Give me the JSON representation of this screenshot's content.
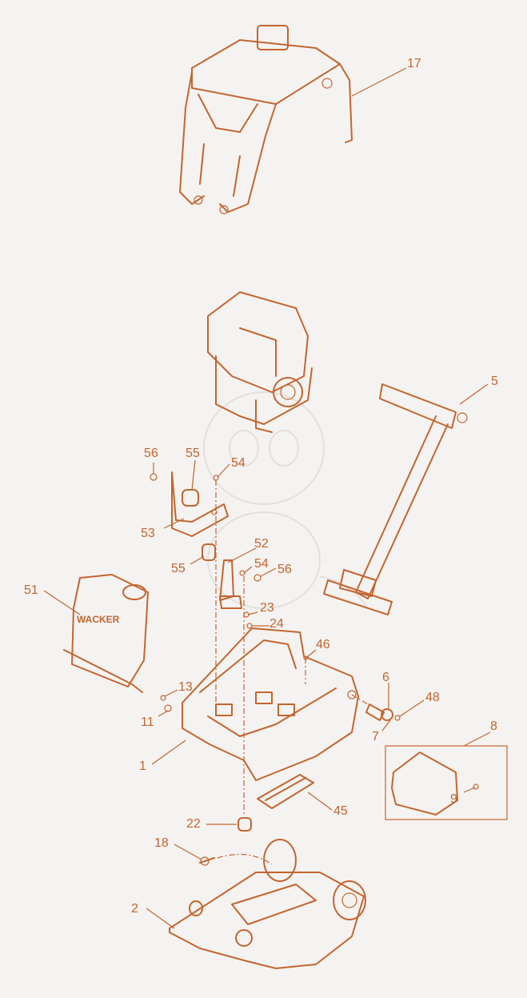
{
  "callouts": [
    "17",
    "5",
    "56",
    "55",
    "54",
    "53",
    "52",
    "55",
    "54",
    "56",
    "51",
    "23",
    "24",
    "46",
    "6",
    "48",
    "13",
    "11",
    "7",
    "8",
    "9",
    "1",
    "45",
    "22",
    "18",
    "2"
  ],
  "brand_text": "WACKER",
  "colors": {
    "line": "#c4652f",
    "background": "#f5f3f1"
  },
  "icons": [
    "handle-frame-icon",
    "engine-icon",
    "guide-handle-icon",
    "fuel-tank-icon",
    "base-frame-icon",
    "bottom-plate-icon",
    "belt-cover-icon"
  ]
}
